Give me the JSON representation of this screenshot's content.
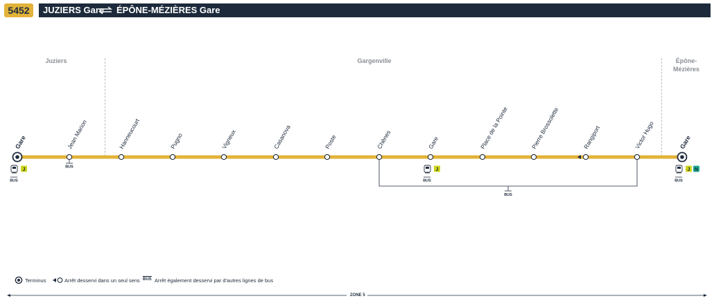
{
  "header": {
    "line_number": "5452",
    "origin": "JUZIERS Gare",
    "destination": "ÉPÔNE-MÉZIÈRES Gare"
  },
  "communes": [
    {
      "name": "Juziers"
    },
    {
      "name": "Gargenville"
    },
    {
      "name": "Épône-\nMézières"
    }
  ],
  "stops": [
    {
      "name": "Gare",
      "type": "terminus",
      "bold": true,
      "services": [
        "train",
        "J"
      ],
      "bus": true
    },
    {
      "name": "Jean Marion",
      "type": "stop",
      "bus": true
    },
    {
      "name": "Hanneucourt",
      "type": "stop"
    },
    {
      "name": "Pugno",
      "type": "stop"
    },
    {
      "name": "Vigneux",
      "type": "stop"
    },
    {
      "name": "Casanova",
      "type": "stop"
    },
    {
      "name": "Poste",
      "type": "stop"
    },
    {
      "name": "Chênes",
      "type": "stop"
    },
    {
      "name": "Gare",
      "type": "stop",
      "services": [
        "train",
        "J"
      ],
      "bus": true
    },
    {
      "name": "Place de la Pointe",
      "type": "stop"
    },
    {
      "name": "Pierre Brossolette",
      "type": "stop"
    },
    {
      "name": "Rangiport",
      "type": "one-way",
      "direction": "left"
    },
    {
      "name": "Victor Hugo",
      "type": "stop"
    },
    {
      "name": "Gare",
      "type": "terminus",
      "bold": true,
      "services": [
        "train",
        "J",
        "N"
      ],
      "bus": true
    }
  ],
  "branch_bus_label": "BUS",
  "service_badges": {
    "J": {
      "label": "J",
      "color": "#cdd41c"
    },
    "N": {
      "label": "N",
      "color": "#1fa88e"
    }
  },
  "bus_label": "BUS",
  "legend": {
    "terminus": "Terminus",
    "one_way": "Arrêt desservi dans un seul sens",
    "bus_icon": "BUS",
    "bus_text": "Arrêt également desservi par d'autres lignes de bus"
  },
  "zone": "ZONE 5",
  "colors": {
    "line": "#e2b33a",
    "header": "#1c2a3b",
    "text": "#1e2b3c"
  }
}
